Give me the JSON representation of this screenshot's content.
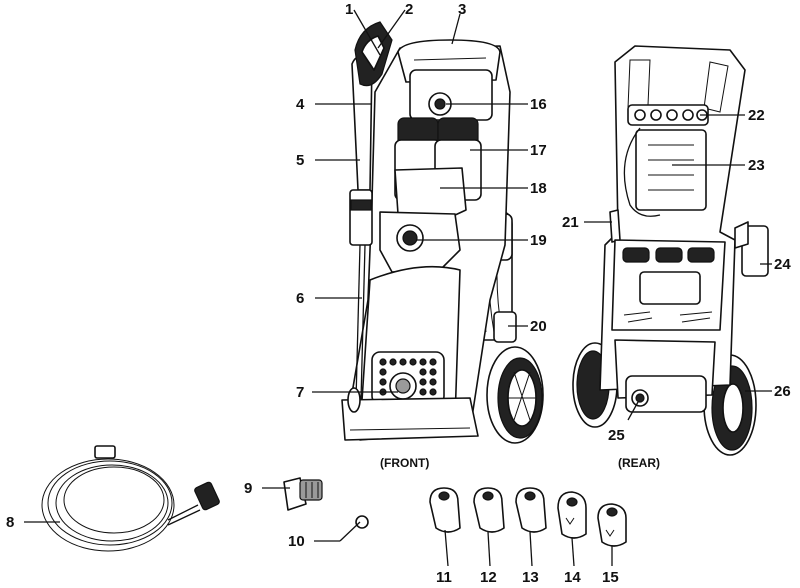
{
  "captions": {
    "front": "(FRONT)",
    "rear": "(REAR)"
  },
  "callouts": [
    "1",
    "2",
    "3",
    "4",
    "5",
    "6",
    "7",
    "8",
    "9",
    "10",
    "11",
    "12",
    "13",
    "14",
    "15",
    "16",
    "17",
    "18",
    "19",
    "20",
    "21",
    "22",
    "23",
    "24",
    "25",
    "26"
  ]
}
